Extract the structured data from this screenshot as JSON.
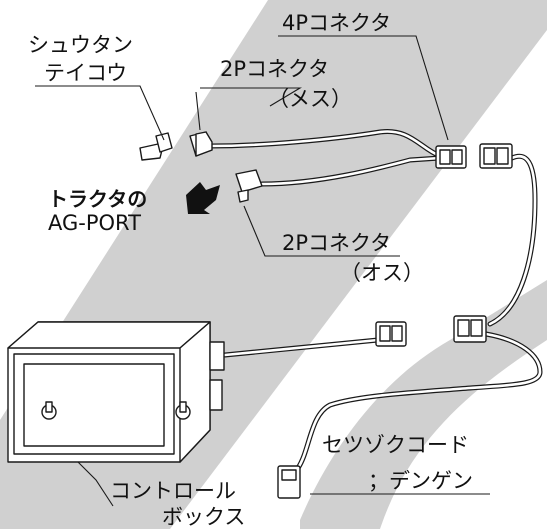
{
  "labels": {
    "resistor": [
      "シュウタン",
      "テイコウ"
    ],
    "connector_4p": "4Pコネクタ",
    "connector_2p_female": [
      "2Pコネクタ",
      "（メス）"
    ],
    "tractor_port": [
      "トラクタの",
      "AG-PORT"
    ],
    "connector_2p_male": [
      "2Pコネクタ",
      "（オス）"
    ],
    "connection_cord": [
      "セツゾクコード",
      "；デンゲン"
    ],
    "control_box": [
      "コントロール",
      "ボックス"
    ]
  },
  "colors": {
    "background_swoosh": "#d0d0d0",
    "line": "#1a1a1a"
  },
  "icons": {
    "direction_arrow": "arrow-left-down-icon"
  }
}
